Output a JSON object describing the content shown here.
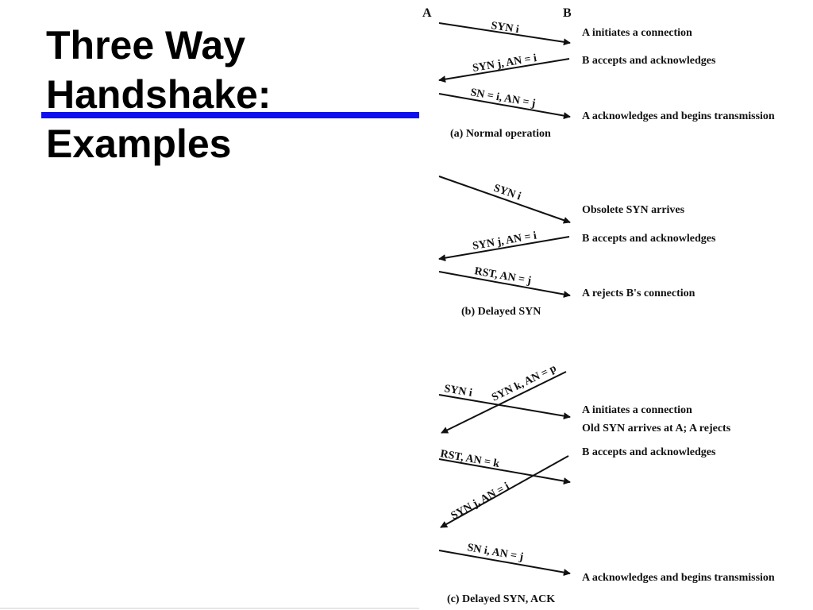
{
  "slide": {
    "title_lines": [
      "Three Way",
      "Handshake:",
      "Examples"
    ]
  },
  "diagram": {
    "endpoints": {
      "a": "A",
      "b": "B"
    },
    "panels": [
      {
        "caption": "(a) Normal operation",
        "messages": [
          {
            "label": "SYN i"
          },
          {
            "label": "SYN j, AN = i"
          },
          {
            "label": "SN = i, AN = j"
          }
        ],
        "notes": [
          "A initiates a connection",
          "B accepts and acknowledges",
          "A acknowledges and begins transmission"
        ]
      },
      {
        "caption": "(b) Delayed SYN",
        "messages": [
          {
            "label": "SYN i"
          },
          {
            "label": "SYN j, AN = i"
          },
          {
            "label": "RST, AN = j"
          }
        ],
        "notes": [
          "Obsolete SYN arrives",
          "B accepts and acknowledges",
          "A rejects B's connection"
        ]
      },
      {
        "caption": "(c) Delayed SYN, ACK",
        "messages": [
          {
            "label": "SYN i"
          },
          {
            "label": "SYN k, AN = p"
          },
          {
            "label": "RST, AN = k"
          },
          {
            "label": "SYN j, AN = i"
          },
          {
            "label": "SN i, AN = j"
          }
        ],
        "notes": [
          "A initiates a connection",
          "Old SYN arrives at A; A rejects",
          "B accepts and acknowledges",
          "A acknowledges and begins transmission"
        ]
      }
    ]
  }
}
